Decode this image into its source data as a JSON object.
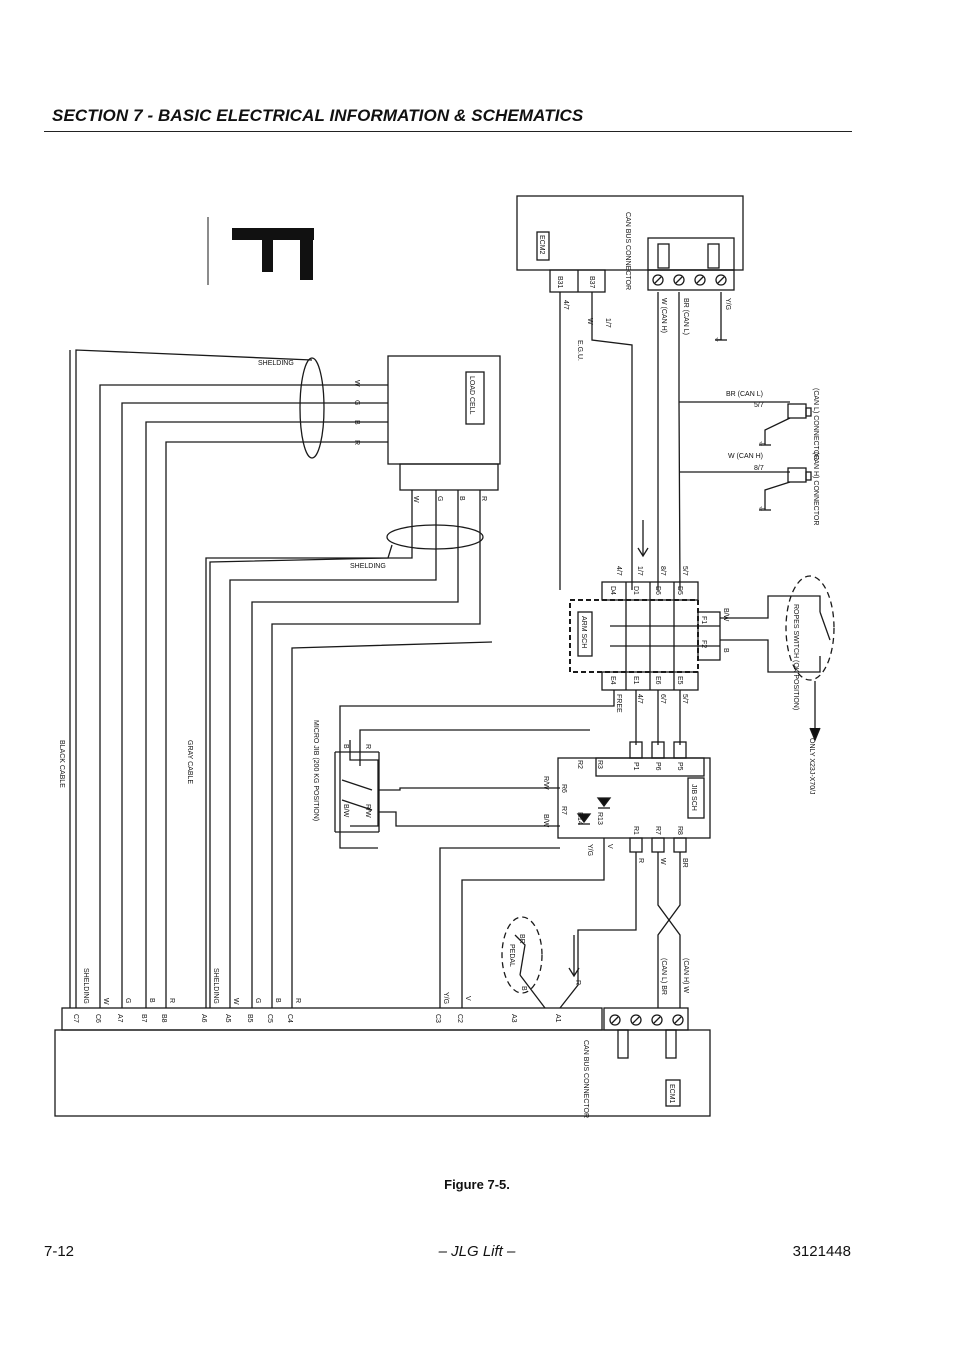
{
  "header": {
    "title": "SECTION 7 - BASIC ELECTRICAL INFORMATION & SCHEMATICS"
  },
  "schematic": {
    "ecm2": {
      "label": "ECM2",
      "connector_label": "CAN BUS CONNECTOR",
      "pins": [
        "B31",
        "B37"
      ],
      "pin_wires": [
        "4/7",
        "1/7"
      ],
      "can_wires": [
        "W (CAN H)",
        "BR (CAN L)",
        "Y/G"
      ],
      "w_label": "W",
      "egu_label": "E.G.U."
    },
    "load_cell": {
      "label": "LOAD CELL",
      "side_wires": [
        "W",
        "G",
        "B",
        "R"
      ],
      "bottom_wires": [
        "W",
        "G",
        "B",
        "R"
      ]
    },
    "shielding_labels": [
      "SHELDING",
      "SHELDING"
    ],
    "can_l_connector": {
      "label": "(CAN L) CONNECTOR",
      "wire": "BR (CAN L)",
      "wire_no": "5/7"
    },
    "can_h_connector": {
      "label": "(CAN H) CONNECTOR",
      "wire": "W (CAN H)",
      "wire_no": "8/7"
    },
    "arm_sch": {
      "label": "ARM SCH",
      "top_pins": [
        "D4",
        "D1",
        "D6",
        "D5"
      ],
      "top_wires": [
        "4/7",
        "1/7",
        "8/7",
        "5/7"
      ],
      "bottom_pins": [
        "E4",
        "E1",
        "E6",
        "E5"
      ],
      "bottom_wires": [
        "FREE",
        "4/7",
        "6/7",
        "5/7"
      ],
      "f_pins": [
        "F1",
        "F2"
      ],
      "f_wires": [
        "B/W",
        "B"
      ]
    },
    "ropes_switch": {
      "label": "ROPES SWITCH (OK POSITION)",
      "note": "ONLY X23J-X70/J"
    },
    "jib_sch": {
      "label": "JIB SCH",
      "p_pins": [
        "P1",
        "P6",
        "P5"
      ],
      "r_top": [
        "R3",
        "R2"
      ],
      "r_mid": [
        "R6",
        "R7"
      ],
      "r_low": [
        "R14",
        "R13"
      ],
      "r_bottom": [
        "R1",
        "R7",
        "R8"
      ],
      "mid_wires": [
        "R/W",
        "B/W"
      ],
      "low_wires": [
        "Y/G",
        "V"
      ],
      "bottom_wires": [
        "R",
        "W",
        "BR"
      ]
    },
    "micro_jib": {
      "label": "MICRO JIB (200 KG POSITION)",
      "wires": [
        "B",
        "R",
        "B/W",
        "R/W"
      ]
    },
    "pedal": {
      "label": "PEDAL",
      "wires": [
        "BR",
        "B"
      ]
    },
    "ecm1": {
      "label": "ECM1",
      "connector_label": "CAN BUS CONNECTOR",
      "pins": [
        "C7",
        "C6",
        "A7",
        "B7",
        "B8",
        "A6",
        "A5",
        "B5",
        "C5",
        "C4",
        "C3",
        "C2",
        "A3",
        "A1"
      ],
      "pin_wires": [
        "SHELDING",
        "W",
        "G",
        "B",
        "R",
        "SHELDING",
        "W",
        "G",
        "B",
        "R",
        "Y/G",
        "V",
        "",
        "R"
      ],
      "can_wires": [
        "(CAN H) W",
        "(CAN L) BR"
      ]
    },
    "black_cable": "BLACK CABLE",
    "gray_cable": "GRAY CABLE",
    "ground_mark": "⏚"
  },
  "caption": "Figure 7-5.",
  "footer": {
    "page_number": "7-12",
    "publisher": "– JLG Lift –",
    "doc_number": "3121448"
  }
}
